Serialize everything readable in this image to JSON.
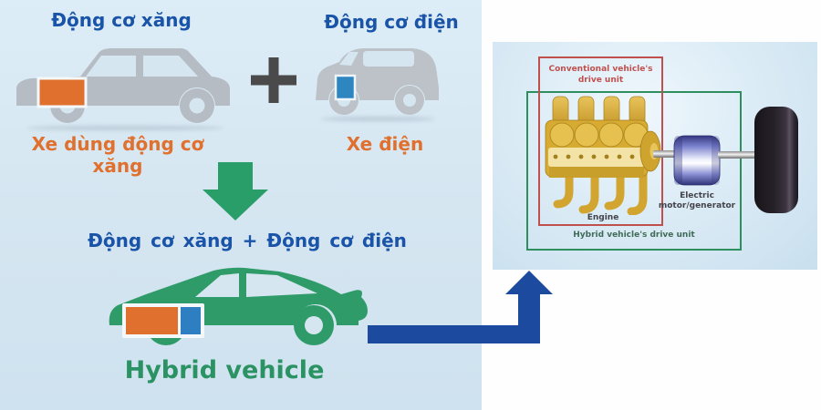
{
  "left_panel": {
    "gasoline": {
      "engine_title": "Động cơ xăng",
      "caption": "Xe dùng động cơ xăng"
    },
    "electric": {
      "engine_title": "Động cơ điện",
      "caption": "Xe điện"
    },
    "plus_symbol": "+",
    "formula": "Động cơ xăng + Động cơ điện",
    "result_caption": "Hybrid vehicle"
  },
  "drive_unit_diagram": {
    "conventional_label": "Conventional vehicle's drive unit",
    "hybrid_label": "Hybrid vehicle's drive unit",
    "engine_label": "Engine",
    "motor_label": "Electric motor/generator"
  },
  "colors": {
    "panel_background": "#d5e6f1",
    "title_blue": "#1a54a8",
    "accent_orange": "#e0702e",
    "electric_blue": "#2e86c1",
    "hybrid_green": "#2a9e68",
    "flow_arrow_blue": "#1b4a9e",
    "conventional_box_red": "#c0504d",
    "hybrid_box_green": "#2e8e5e",
    "engine_gold": "#d7ab31",
    "motor_blue": "#3a3d8f"
  }
}
